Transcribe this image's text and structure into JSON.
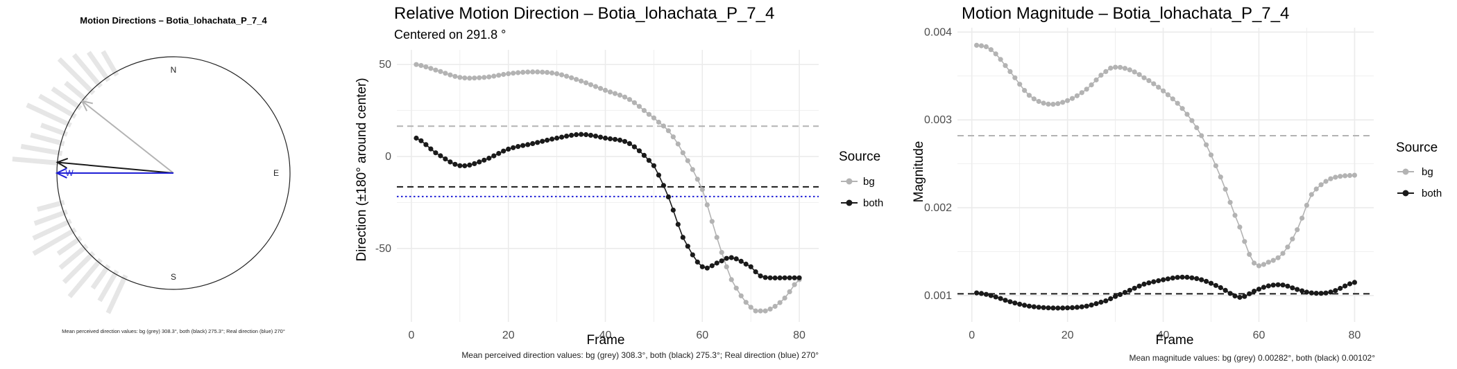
{
  "colors": {
    "bg": "#b3b3b3",
    "both": "#1a1a1a",
    "real": "#1f1fd6",
    "grid": "#ebebeb"
  },
  "polar": {
    "title": "Motion Directions – Botia_lohachata_P_7_4",
    "cardinal": {
      "n": "N",
      "e": "E",
      "s": "S",
      "w": "W"
    },
    "caption": "Mean perceived direction values: bg (grey) 308.3°, both (black) 275.3°; Real direction (blue) 270°"
  },
  "direction": {
    "title": "Relative Motion Direction – Botia_lohachata_P_7_4",
    "subtitle": "Centered on  291.8 °",
    "xlabel": "Frame",
    "ylabel": "Direction (±180° around center)",
    "legend_title": "Source",
    "legend_bg": "bg",
    "legend_both": "both",
    "caption": "Mean perceived direction values: bg (grey) 308.3°, both (black) 275.3°; Real direction (blue) 270°",
    "xticks": [
      "0",
      "20",
      "40",
      "60",
      "80"
    ],
    "yticks": [
      "50",
      "0",
      "-50"
    ]
  },
  "magnitude": {
    "title": "Motion Magnitude – Botia_lohachata_P_7_4",
    "xlabel": "Frame",
    "ylabel": "Magnitude",
    "legend_title": "Source",
    "legend_bg": "bg",
    "legend_both": "both",
    "caption": "Mean magnitude values: bg (grey) 0.00282°, both (black) 0.00102°",
    "xticks": [
      "0",
      "20",
      "40",
      "60",
      "80"
    ],
    "yticks": [
      "0.004",
      "0.003",
      "0.002",
      "0.001"
    ]
  },
  "chart_data": [
    {
      "type": "polar",
      "title": "Motion Directions – Botia_lohachata_P_7_4",
      "mean_direction_deg": {
        "bg": 308.3,
        "both": 275.3,
        "real": 270
      },
      "series": [
        {
          "name": "bg"
        },
        {
          "name": "both"
        }
      ]
    },
    {
      "type": "line",
      "title": "Relative Motion Direction – Botia_lohachata_P_7_4",
      "subtitle": "Centered on  291.8 °",
      "xlabel": "Frame",
      "ylabel": "Direction (±180° around center)",
      "xlim": [
        -3,
        84
      ],
      "ylim": [
        -90,
        58
      ],
      "x_keypoints": [
        1,
        5,
        10,
        15,
        20,
        25,
        30,
        35,
        40,
        45,
        50,
        53,
        56,
        60,
        63,
        66,
        70,
        72,
        74,
        77,
        80
      ],
      "series": [
        {
          "name": "bg",
          "values": [
            50,
            47,
            43,
            43,
            45,
            46,
            45,
            41,
            36,
            31,
            21,
            14,
            2,
            -18,
            -44,
            -67,
            -82,
            -84,
            -83,
            -77,
            -67
          ]
        },
        {
          "name": "both",
          "values": [
            10,
            2,
            -5,
            -2,
            4,
            7,
            10,
            12,
            10,
            7,
            -5,
            -22,
            -44,
            -60,
            -58,
            -55,
            -60,
            -65,
            -66,
            -66,
            -66
          ]
        }
      ],
      "hlines": [
        {
          "name": "bg mean",
          "y": 16.5,
          "style": "dashed",
          "color": "#b3b3b3"
        },
        {
          "name": "both mean",
          "y": -16.5,
          "style": "dashed",
          "color": "#1a1a1a"
        },
        {
          "name": "real",
          "y": -21.8,
          "style": "dotted",
          "color": "#1f1fd6"
        }
      ],
      "legend": {
        "title": "Source",
        "position": "right"
      }
    },
    {
      "type": "line",
      "title": "Motion Magnitude – Botia_lohachata_P_7_4",
      "xlabel": "Frame",
      "ylabel": "Magnitude",
      "xlim": [
        -3,
        84
      ],
      "ylim": [
        0.0007,
        0.00405
      ],
      "x_keypoints": [
        1,
        4,
        8,
        12,
        16,
        20,
        24,
        28,
        30,
        33,
        36,
        40,
        44,
        48,
        52,
        56,
        59,
        62,
        65,
        68,
        71,
        75,
        80
      ],
      "series": [
        {
          "name": "bg",
          "values": [
            0.00385,
            0.0038,
            0.00355,
            0.00328,
            0.00318,
            0.00322,
            0.00335,
            0.00355,
            0.0036,
            0.00357,
            0.00348,
            0.00333,
            0.00313,
            0.00282,
            0.00235,
            0.00178,
            0.00137,
            0.00138,
            0.00148,
            0.00175,
            0.00215,
            0.00233,
            0.00237
          ]
        },
        {
          "name": "both",
          "values": [
            0.00103,
            0.001,
            0.00093,
            0.00088,
            0.00086,
            0.00086,
            0.00088,
            0.00094,
            0.00099,
            0.00106,
            0.00113,
            0.00118,
            0.00121,
            0.00118,
            0.00109,
            0.00098,
            0.00105,
            0.00111,
            0.00112,
            0.00107,
            0.00103,
            0.00104,
            0.00115
          ]
        }
      ],
      "hlines": [
        {
          "name": "bg mean",
          "y": 0.00282,
          "style": "dashed",
          "color": "#b3b3b3"
        },
        {
          "name": "both mean",
          "y": 0.00102,
          "style": "dashed",
          "color": "#1a1a1a"
        }
      ],
      "legend": {
        "title": "Source",
        "position": "right"
      }
    }
  ]
}
